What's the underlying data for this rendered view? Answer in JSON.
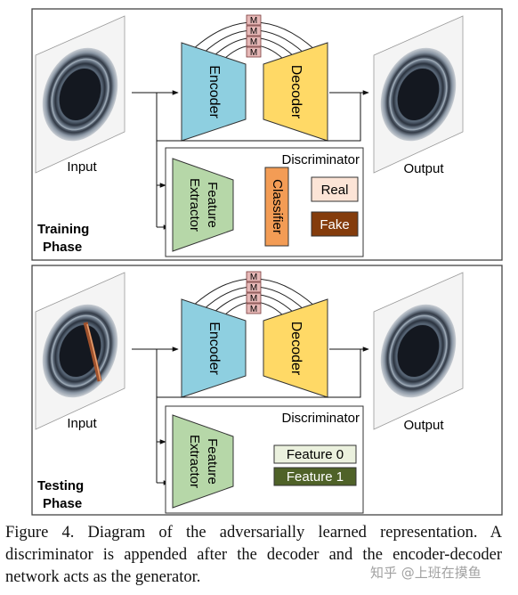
{
  "colors": {
    "encoder": "#8ecfe0",
    "decoder": "#ffd966",
    "feature_extractor": "#b6d7a8",
    "classifier": "#f39c55",
    "real": "#fce4d6",
    "fake": "#843c0c",
    "feature0": "#ebf1de",
    "feature1": "#4f6228",
    "memory": "#e6b8b7"
  },
  "training": {
    "phase_line1": "Training",
    "phase_line2": "Phase",
    "input_label": "Input",
    "output_label": "Output",
    "encoder": "Encoder",
    "decoder": "Decoder",
    "memory_labels": [
      "M",
      "M",
      "M",
      "M"
    ],
    "discriminator_title": "Discriminator",
    "feature_extractor_line1": "Feature",
    "feature_extractor_line2": "Extractor",
    "classifier": "Classifier",
    "real": "Real",
    "fake": "Fake"
  },
  "testing": {
    "phase_line1": "Testing",
    "phase_line2": "Phase",
    "input_label": "Input",
    "output_label": "Output",
    "encoder": "Encoder",
    "decoder": "Decoder",
    "memory_labels": [
      "M",
      "M",
      "M",
      "M"
    ],
    "discriminator_title": "Discriminator",
    "feature_extractor_line1": "Feature",
    "feature_extractor_line2": "Extractor",
    "feature0": "Feature 0",
    "feature1": "Feature 1"
  },
  "caption": "Figure 4. Diagram of the adversarially learned representation. A discriminator is appended after the decoder and the encoder-decoder network acts as the generator.",
  "watermark": "知乎 @上班在摸鱼"
}
